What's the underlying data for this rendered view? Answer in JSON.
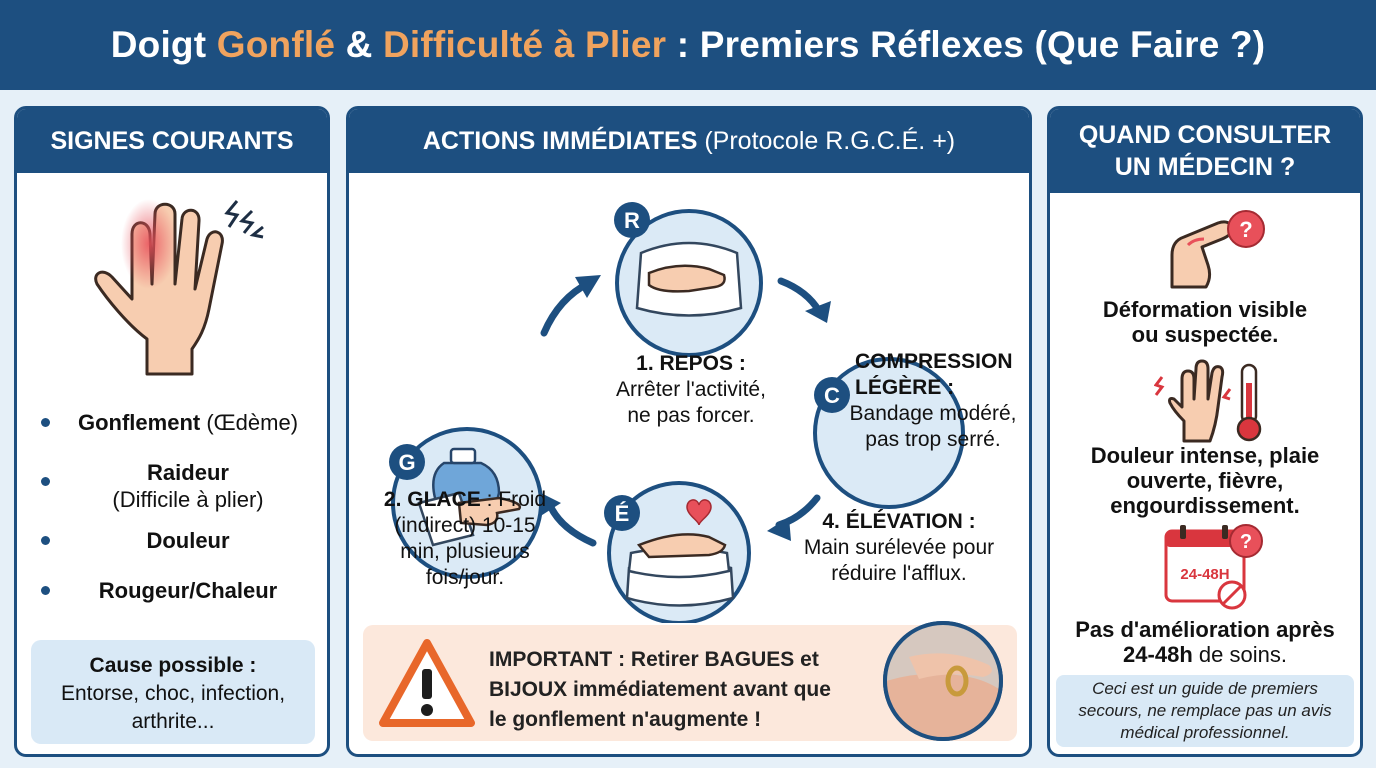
{
  "title": {
    "part1": "Doigt ",
    "accent1": "Gonflé",
    "part2": " & ",
    "accent2": "Difficulté à Plier",
    "part3": " : Premiers Réflexes (Que Faire ?)"
  },
  "colors": {
    "primary": "#1d4f80",
    "accent": "#f0a35e",
    "light_box": "#d9e9f6",
    "warning_box": "#fce8dc",
    "warning": "#e8672a",
    "red": "#d9363e"
  },
  "signs": {
    "heading": "SIGNES COURANTS",
    "items": [
      {
        "bold": "Gonflement",
        "normal": " (Œdème)"
      },
      {
        "bold": "Raideur",
        "normal": "(Difficile à plier)"
      },
      {
        "bold": "Douleur",
        "normal": ""
      },
      {
        "bold": "Rougeur/Chaleur",
        "normal": ""
      }
    ],
    "cause_title": "Cause possible :",
    "cause_text": "Entorse, choc, infection, arthrite..."
  },
  "actions": {
    "heading_bold": "ACTIONS IMMÉDIATES",
    "heading_light": " (Protocole R.G.C.É. +)",
    "steps": {
      "r": {
        "letter": "R",
        "title": "1. REPOS :",
        "line1": "Arrêter l'activité,",
        "line2": "ne pas forcer."
      },
      "g": {
        "letter": "G",
        "title": "2. GLACE",
        "title_rest": " : Froid",
        "line1": "(indirect) 10-15",
        "line2": "min, plusieurs",
        "line3": "fois/jour."
      },
      "c": {
        "letter": "C",
        "title1": "COMPRESSION",
        "title2": "LÉGÈRE :",
        "line1": "Bandage modéré,",
        "line2": "pas trop serré."
      },
      "e": {
        "letter": "É",
        "title": "4. ÉLÉVATION :",
        "line1": "Main surélevée pour",
        "line2": "réduire l'afflux."
      }
    },
    "important_line1": "IMPORTANT : Retirer BAGUES et",
    "important_line2": "BIJOUX immédiatement avant que",
    "important_line3": "le gonflement n'augmente !"
  },
  "consult": {
    "heading_line1": "QUAND CONSULTER",
    "heading_line2": "UN MÉDECIN ?",
    "item1_line1": "Déformation visible",
    "item1_line2": "ou suspectée.",
    "item2_line1": "Douleur intense, plaie",
    "item2_line2": "ouverte, fièvre,",
    "item2_line3": "engourdissement.",
    "calendar_label": "24-48H",
    "item3_line1": "Pas d'amélioration après",
    "item3_bold": "24-48h",
    "item3_rest": " de soins.",
    "disclaimer_line1": "Ceci est un guide de premiers",
    "disclaimer_line2": "secours, ne remplace pas un avis",
    "disclaimer_line3": "médical professionnel."
  }
}
